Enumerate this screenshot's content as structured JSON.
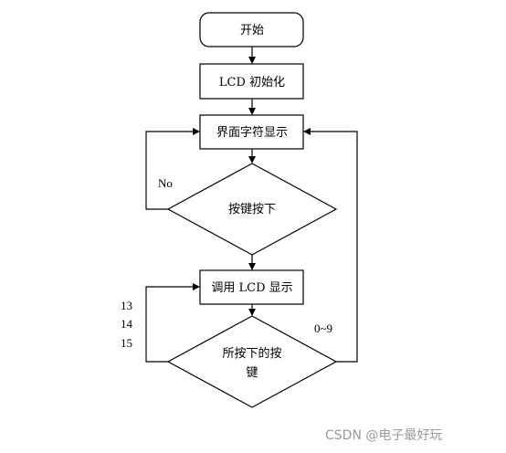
{
  "flowchart": {
    "start": "开始",
    "lcd_init": "LCD 初始化",
    "show_ui_chars": "界面字符显示",
    "key_pressed": "按键按下",
    "call_lcd_display": "调用 LCD 显示",
    "which_key_line1": "所按下的按",
    "which_key_line2": "键",
    "label_no": "No",
    "label_range": "0~9",
    "label_13": "13",
    "label_14": "14",
    "label_15": "15"
  },
  "watermark": "CSDN @电子最好玩"
}
